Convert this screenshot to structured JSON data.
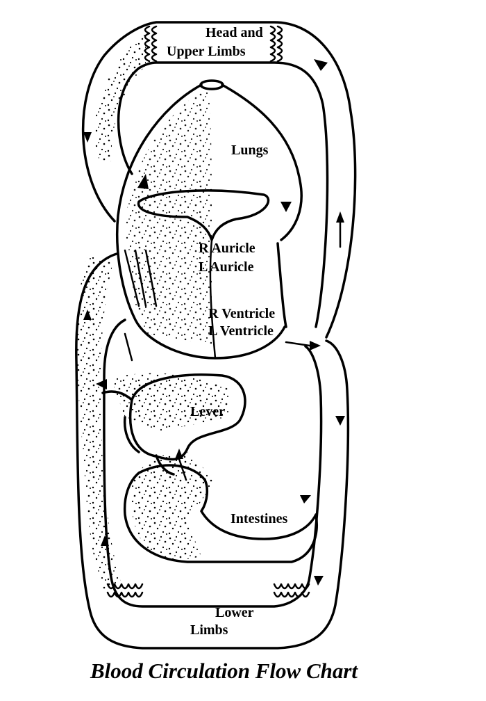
{
  "diagram": {
    "title": "Blood Circulation Flow Chart",
    "labels": {
      "head_upper_limbs_1": "Head and",
      "head_upper_limbs_2": "Upper Limbs",
      "lungs": "Lungs",
      "r_auricle": "R Auricle",
      "l_auricle": "L Auricle",
      "r_ventricle": "R Ventricle",
      "l_ventricle": "L Ventricle",
      "lever": "Lever",
      "intestines": "Intestines",
      "lower_limbs_1": "Lower",
      "lower_limbs_2": "Limbs"
    }
  }
}
